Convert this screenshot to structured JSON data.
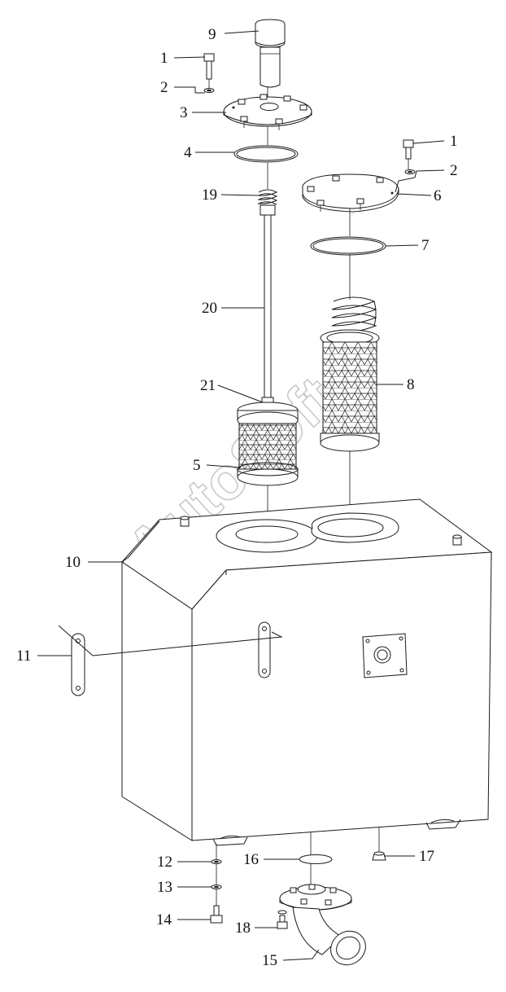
{
  "diagram": {
    "type": "exploded-parts-diagram",
    "watermark": "AutoSoft",
    "callouts": [
      {
        "id": "c9",
        "text": "9"
      },
      {
        "id": "c1a",
        "text": "1"
      },
      {
        "id": "c2a",
        "text": "2"
      },
      {
        "id": "c3",
        "text": "3"
      },
      {
        "id": "c4",
        "text": "4"
      },
      {
        "id": "c19",
        "text": "19"
      },
      {
        "id": "c1b",
        "text": "1"
      },
      {
        "id": "c2b",
        "text": "2"
      },
      {
        "id": "c6",
        "text": "6"
      },
      {
        "id": "c7",
        "text": "7"
      },
      {
        "id": "c20",
        "text": "20"
      },
      {
        "id": "c8",
        "text": "8"
      },
      {
        "id": "c21",
        "text": "21"
      },
      {
        "id": "c5",
        "text": "5"
      },
      {
        "id": "c10",
        "text": "10"
      },
      {
        "id": "c11",
        "text": "11"
      },
      {
        "id": "c12",
        "text": "12"
      },
      {
        "id": "c16",
        "text": "16"
      },
      {
        "id": "c17",
        "text": "17"
      },
      {
        "id": "c13",
        "text": "13"
      },
      {
        "id": "c14",
        "text": "14"
      },
      {
        "id": "c18",
        "text": "18"
      },
      {
        "id": "c15",
        "text": "15"
      }
    ]
  }
}
